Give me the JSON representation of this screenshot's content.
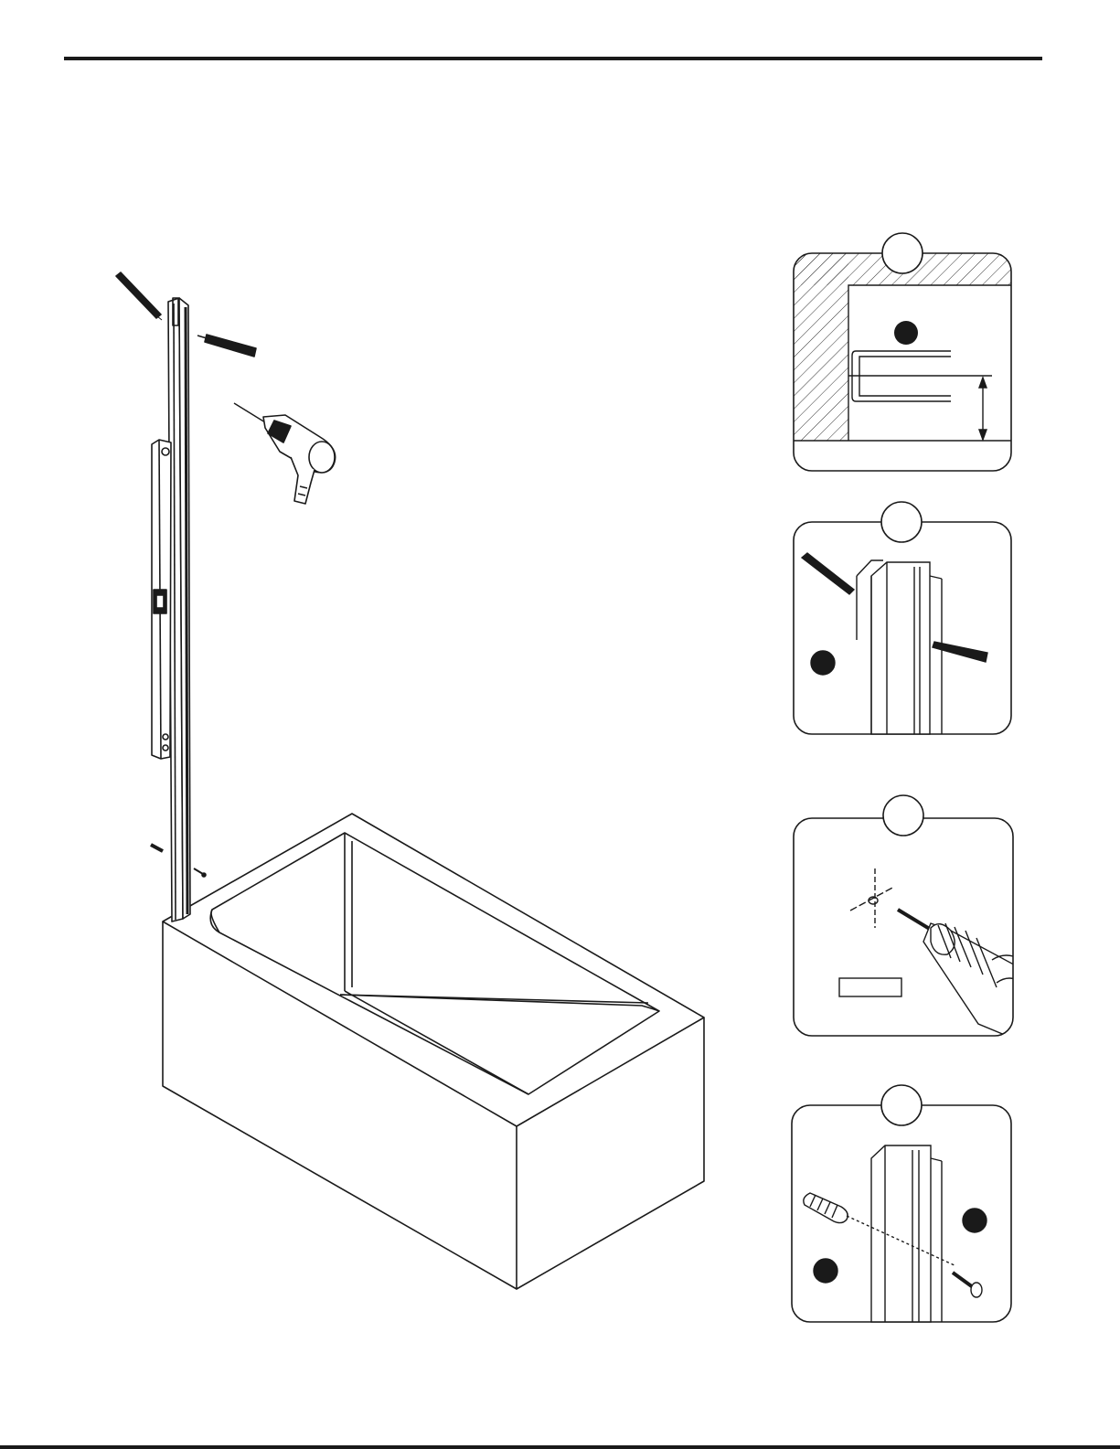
{
  "page": {
    "title": "",
    "heading": "",
    "step_text": ""
  },
  "details": [
    {
      "id": "detail-a",
      "label": ""
    },
    {
      "id": "detail-b",
      "label": ""
    },
    {
      "id": "detail-c",
      "label": "",
      "box_label": ""
    },
    {
      "id": "detail-d",
      "label": ""
    }
  ],
  "colors": {
    "ink": "#1a1a1a",
    "paper": "#ffffff",
    "hatch": "#333333"
  },
  "icons": [
    "pencil-icon",
    "drill-icon",
    "spirit-level-icon",
    "wall-profile-icon",
    "wall-plug-icon",
    "screw-icon",
    "bathtub-icon"
  ]
}
